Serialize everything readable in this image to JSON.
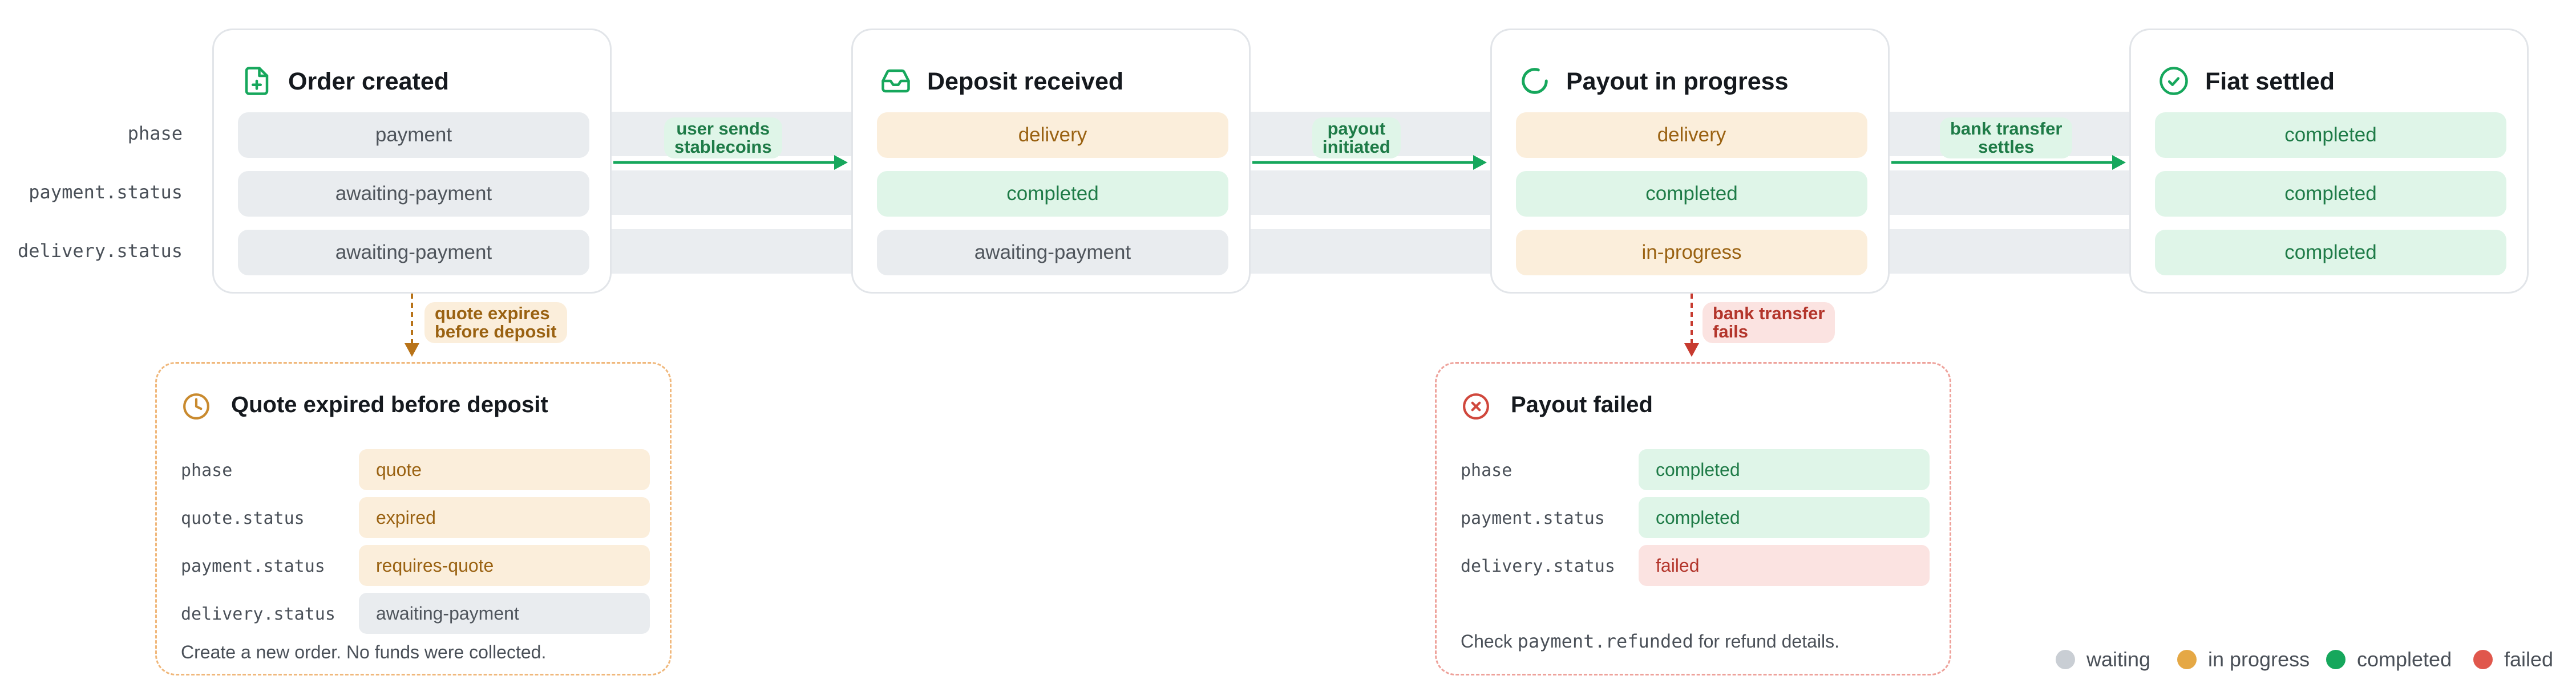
{
  "row_labels": [
    "phase",
    "payment.status",
    "delivery.status"
  ],
  "colors": {
    "waiting": "#c9ced4",
    "in_progress": "#e5a845",
    "completed": "#16a75c",
    "failed": "#e0574c"
  },
  "stages": [
    {
      "title": "Order created",
      "icon": "file-plus-icon",
      "values": [
        {
          "text": "payment",
          "status": "waiting"
        },
        {
          "text": "awaiting-payment",
          "status": "waiting"
        },
        {
          "text": "awaiting-payment",
          "status": "waiting"
        }
      ]
    },
    {
      "title": "Deposit received",
      "icon": "inbox-icon",
      "values": [
        {
          "text": "delivery",
          "status": "in_progress"
        },
        {
          "text": "completed",
          "status": "completed"
        },
        {
          "text": "awaiting-payment",
          "status": "waiting"
        }
      ]
    },
    {
      "title": "Payout in progress",
      "icon": "loader-icon",
      "values": [
        {
          "text": "delivery",
          "status": "in_progress"
        },
        {
          "text": "completed",
          "status": "completed"
        },
        {
          "text": "in-progress",
          "status": "in_progress"
        }
      ]
    },
    {
      "title": "Fiat settled",
      "icon": "check-circle-icon",
      "values": [
        {
          "text": "completed",
          "status": "completed"
        },
        {
          "text": "completed",
          "status": "completed"
        },
        {
          "text": "completed",
          "status": "completed"
        }
      ]
    }
  ],
  "transitions": [
    {
      "line1": "user sends",
      "line2": "stablecoins"
    },
    {
      "line1": "payout",
      "line2": "initiated"
    },
    {
      "line1": "bank transfer",
      "line2": "settles"
    }
  ],
  "failure_transitions": [
    {
      "line1": "quote expires",
      "line2": "before deposit"
    },
    {
      "line1": "bank transfer",
      "line2": "fails"
    }
  ],
  "failures": [
    {
      "title": "Quote expired before deposit",
      "icon": "clock-icon",
      "fields": [
        {
          "key": "phase",
          "value": "quote",
          "status": "in_progress"
        },
        {
          "key": "quote.status",
          "value": "expired",
          "status": "in_progress"
        },
        {
          "key": "payment.status",
          "value": "requires-quote",
          "status": "in_progress"
        },
        {
          "key": "delivery.status",
          "value": "awaiting-payment",
          "status": "waiting"
        }
      ],
      "note": "Create a new order. No funds were collected."
    },
    {
      "title": "Payout failed",
      "icon": "x-circle-icon",
      "fields": [
        {
          "key": "phase",
          "value": "completed",
          "status": "completed"
        },
        {
          "key": "payment.status",
          "value": "completed",
          "status": "completed"
        },
        {
          "key": "delivery.status",
          "value": "failed",
          "status": "failed"
        }
      ],
      "note_prefix": "Check ",
      "note_code": "payment.refunded",
      "note_suffix": " for refund details."
    }
  ],
  "legend": [
    {
      "label": "waiting",
      "status": "waiting"
    },
    {
      "label": "in progress",
      "status": "in_progress"
    },
    {
      "label": "completed",
      "status": "completed"
    },
    {
      "label": "failed",
      "status": "failed"
    }
  ]
}
